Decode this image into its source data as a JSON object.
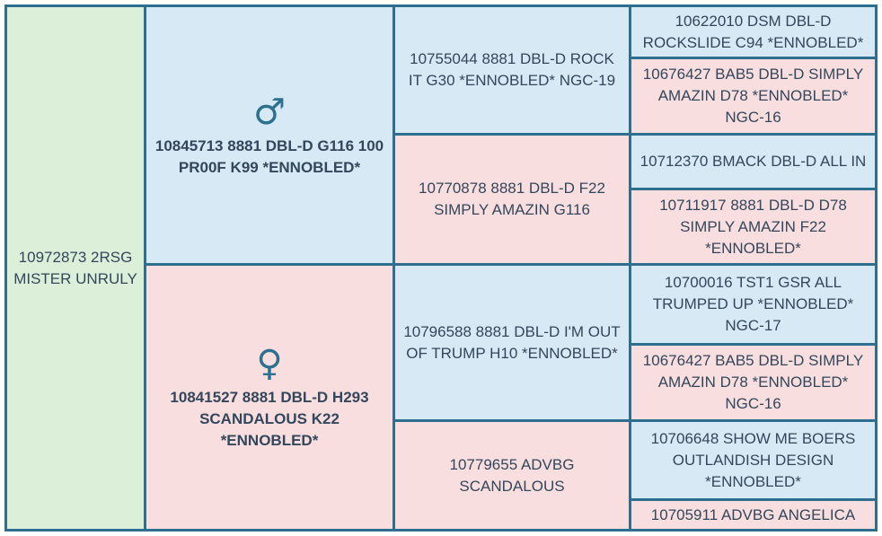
{
  "colors": {
    "subject_bg": "#dcefd9",
    "male_bg": "#d6e9f4",
    "female_bg": "#f8dede",
    "grid_border": "#2e6e8e",
    "text": "#33475c",
    "sex_symbol": "#2d7191"
  },
  "pedigree": {
    "subject": {
      "label": "10972873 2RSG MISTER UNRULY"
    },
    "sire": {
      "symbol": "♂",
      "label": "10845713 8881 DBL-D G116 100 PR00F K99 *ENNOBLED*"
    },
    "dam": {
      "symbol": "♀",
      "label": "10841527 8881 DBL-D H293 SCANDALOUS K22 *ENNOBLED*"
    },
    "grandparents": [
      {
        "role": "sire-of-sire",
        "sex": "male",
        "label": "10755044 8881 DBL-D ROCK IT G30 *ENNOBLED* NGC-19"
      },
      {
        "role": "dam-of-sire",
        "sex": "female",
        "label": "10770878 8881 DBL-D F22 SIMPLY AMAZIN G116"
      },
      {
        "role": "sire-of-dam",
        "sex": "male",
        "label": "10796588 8881 DBL-D I'M OUT OF TRUMP H10 *ENNOBLED*"
      },
      {
        "role": "dam-of-dam",
        "sex": "female",
        "label": "10779655 ADVBG SCANDALOUS"
      }
    ],
    "great_grandparents": [
      {
        "role": "sire-of-sire-of-sire",
        "sex": "male",
        "label": "10622010 DSM DBL-D ROCKSLIDE C94 *ENNOBLED*"
      },
      {
        "role": "dam-of-sire-of-sire",
        "sex": "female",
        "label": "10676427 BAB5 DBL-D SIMPLY AMAZIN D78 *ENNOBLED* NGC-16"
      },
      {
        "role": "sire-of-dam-of-sire",
        "sex": "male",
        "label": "10712370 BMACK DBL-D ALL IN"
      },
      {
        "role": "dam-of-dam-of-sire",
        "sex": "female",
        "label": "10711917 8881 DBL-D D78 SIMPLY AMAZIN F22 *ENNOBLED*"
      },
      {
        "role": "sire-of-sire-of-dam",
        "sex": "male",
        "label": "10700016 TST1 GSR ALL TRUMPED UP *ENNOBLED* NGC-17"
      },
      {
        "role": "dam-of-sire-of-dam",
        "sex": "female",
        "label": "10676427 BAB5 DBL-D SIMPLY AMAZIN D78 *ENNOBLED* NGC-16"
      },
      {
        "role": "sire-of-dam-of-dam",
        "sex": "male",
        "label": "10706648 SHOW ME BOERS OUTLANDISH DESIGN *ENNOBLED*"
      },
      {
        "role": "dam-of-dam-of-dam",
        "sex": "female",
        "label": "10705911 ADVBG ANGELICA"
      }
    ]
  }
}
